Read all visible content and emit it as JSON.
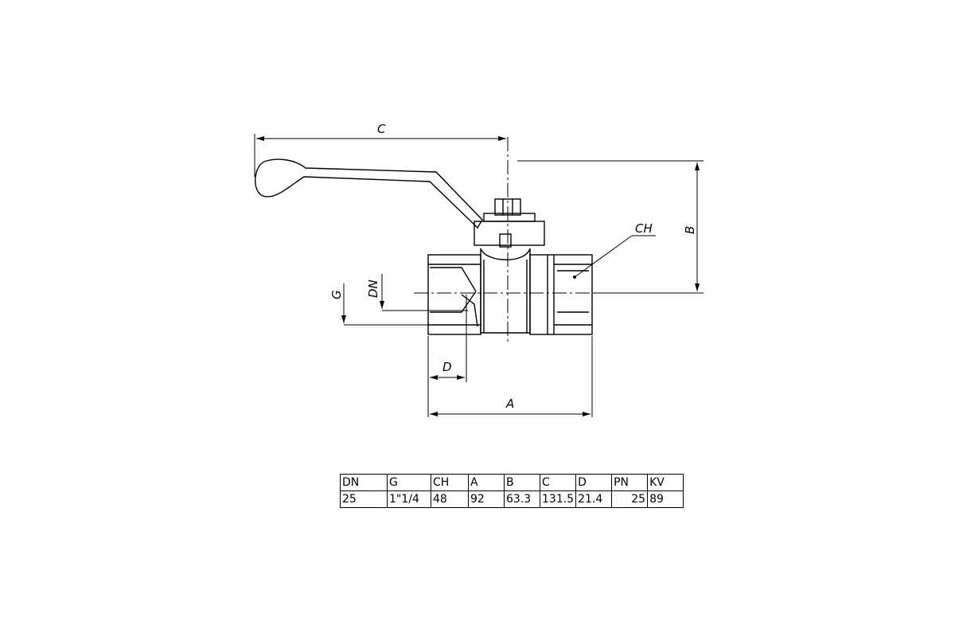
{
  "labels": {
    "C": "C",
    "B": "B",
    "CH": "CH",
    "G": "G",
    "DN": "DN",
    "D": "D",
    "A": "A"
  },
  "table": {
    "headers": [
      "DN",
      "G",
      "CH",
      "A",
      "B",
      "C",
      "D",
      "PN",
      "KV"
    ],
    "values": [
      "25",
      "1\"1/4",
      "48",
      "92",
      "63.3",
      "131.5",
      "21.4",
      "25",
      "89"
    ]
  }
}
